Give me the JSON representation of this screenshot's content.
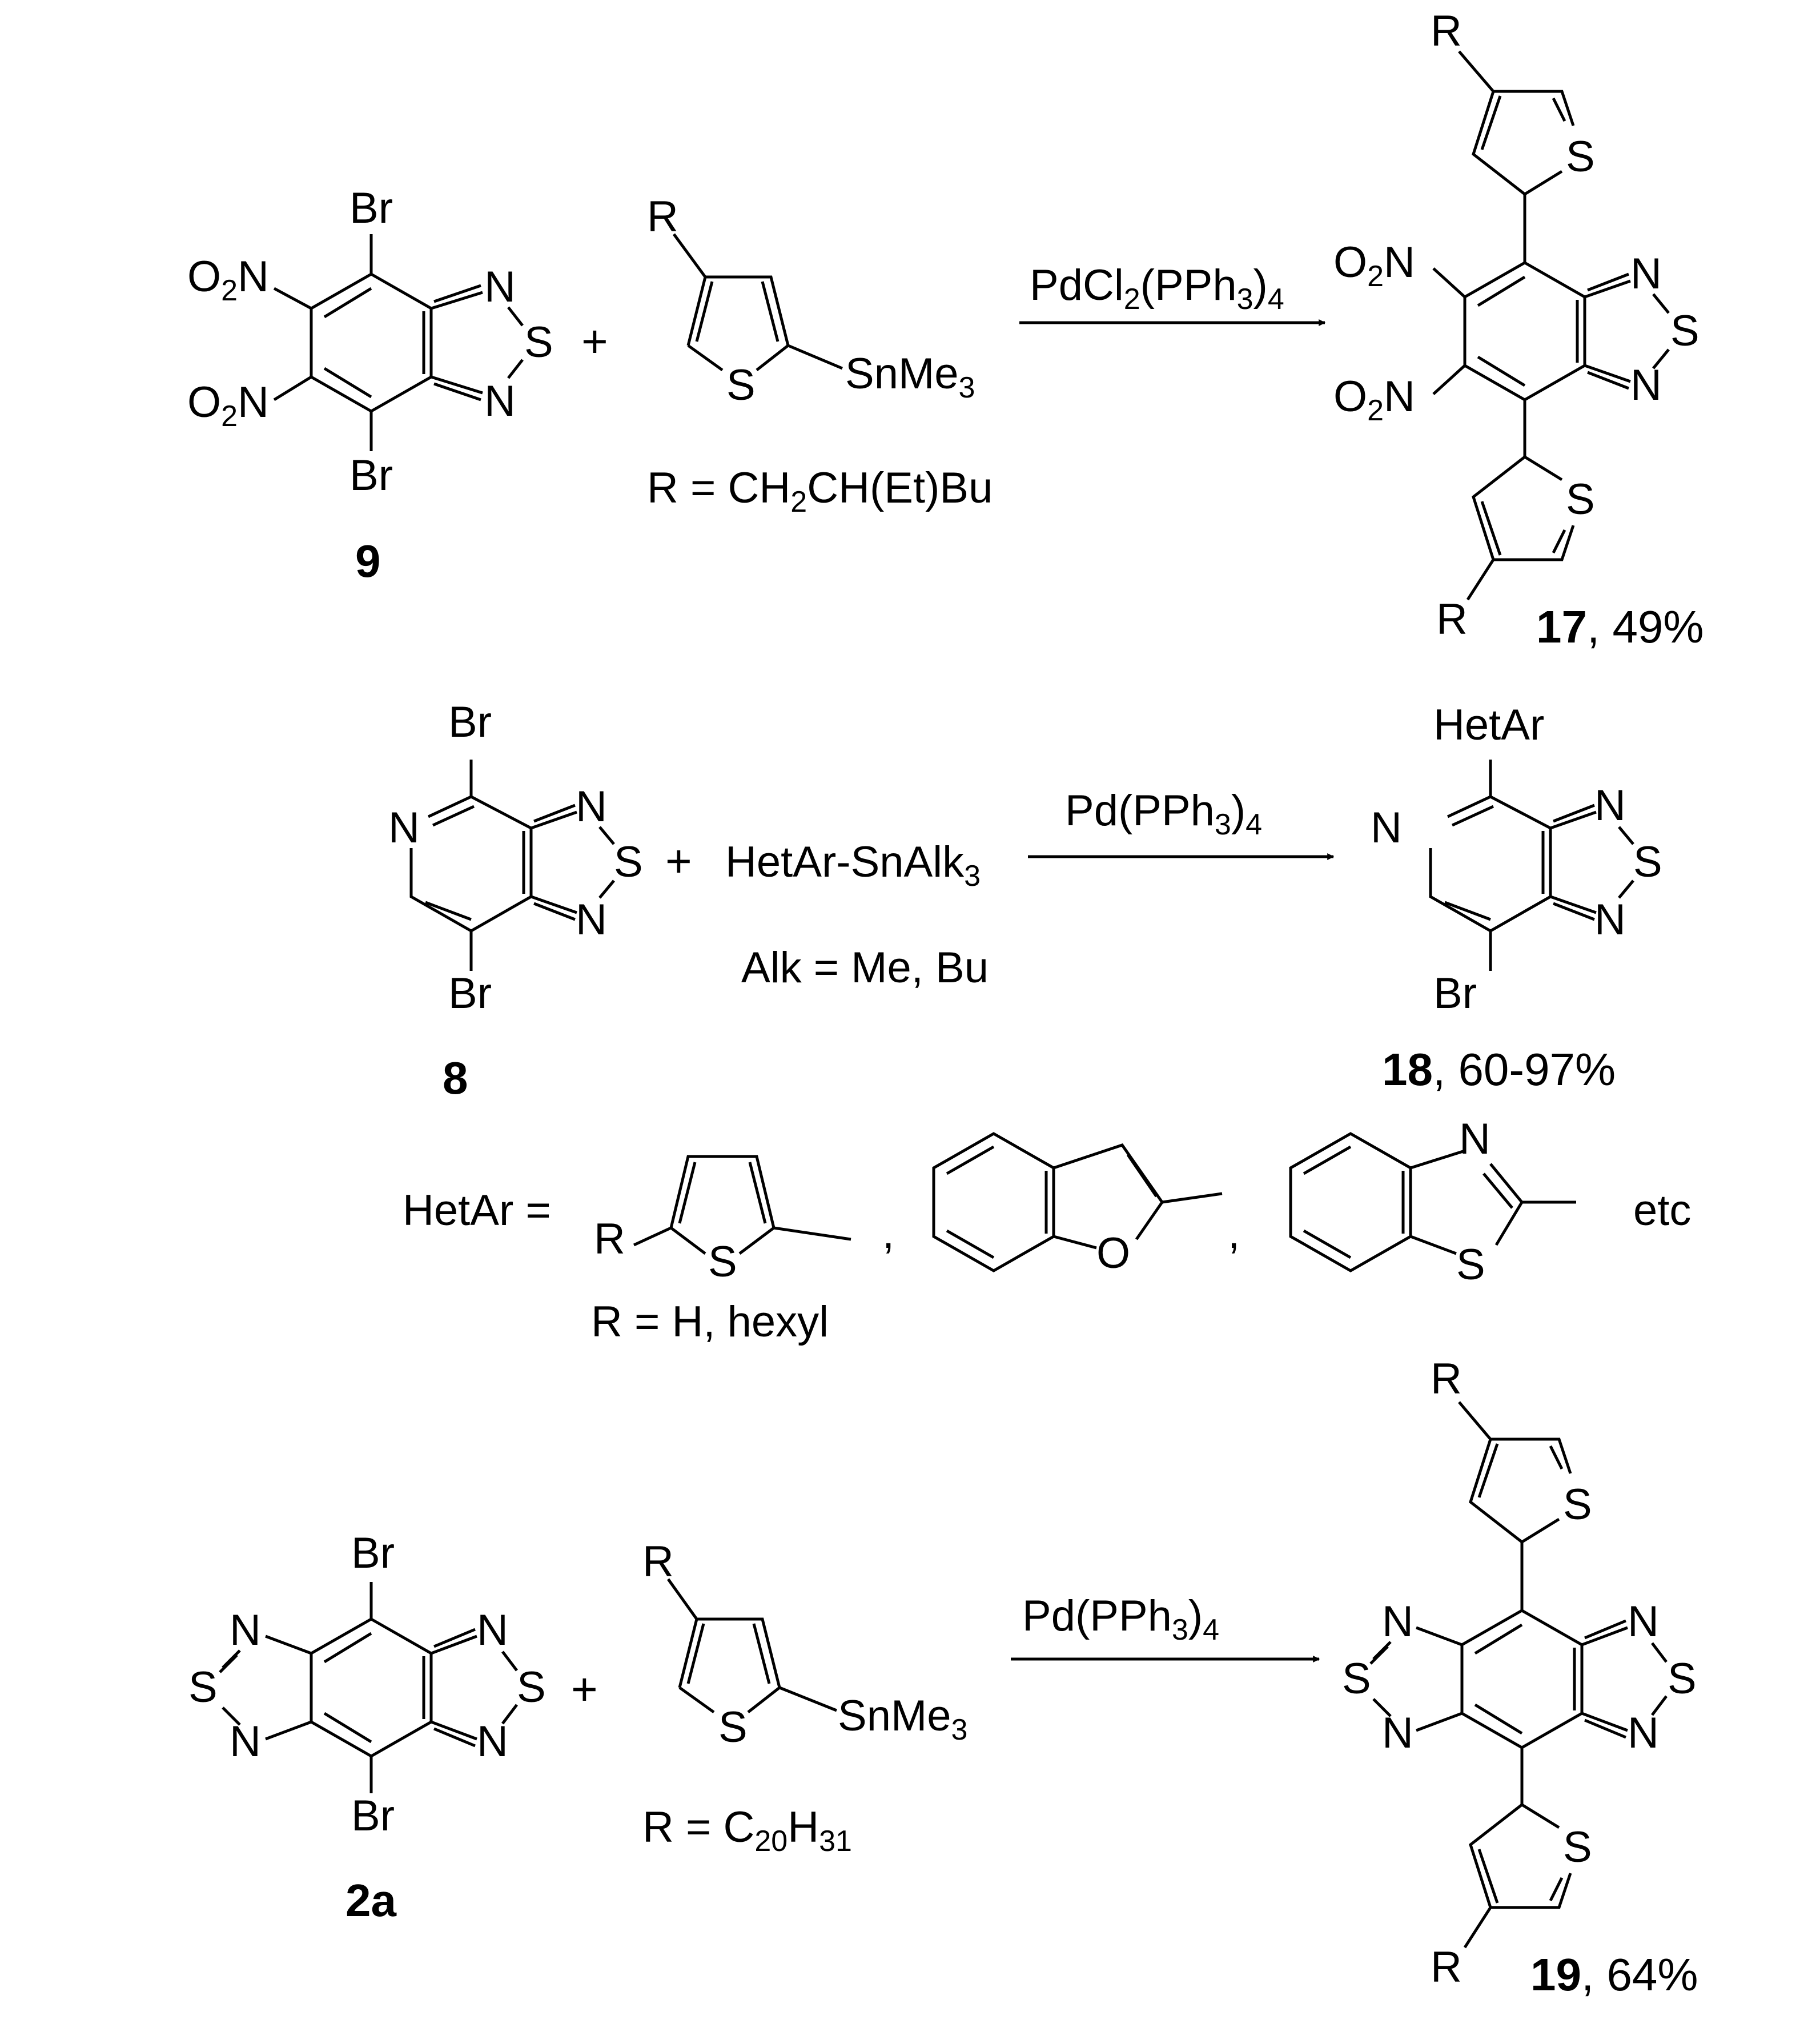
{
  "atoms": {
    "Br": "Br",
    "N": "N",
    "S": "S",
    "O": "O",
    "R": "R",
    "O2N_main": "O",
    "O2N_tail": "N",
    "sub2": "2"
  },
  "plus": "+",
  "row1": {
    "reagent": {
      "sn": "SnMe",
      "sn_sub": "3"
    },
    "r_def": {
      "pre": "R = CH",
      "sub": "2",
      "post": "CH(Et)Bu"
    },
    "catalyst": {
      "pre": "PdCl",
      "sub1": "2",
      "mid": "(PPh",
      "sub2": "3",
      "post": ")",
      "sub3": "4"
    },
    "start_label": "9",
    "product_label": "17",
    "product_yield": ", 49%"
  },
  "row2": {
    "reagent": {
      "pre": "HetAr-SnAlk",
      "sub": "3"
    },
    "alk_def": "Alk = Me, Bu",
    "catalyst": {
      "pre": "Pd(PPh",
      "sub1": "3",
      "post": ")",
      "sub2": "4"
    },
    "product_sub": "HetAr",
    "start_label": "8",
    "product_label": "18",
    "product_yield": ", 60-97%"
  },
  "hetar": {
    "prefix": "HetAr =",
    "r_def": "R = H, hexyl",
    "comma": ",",
    "etc": "etc"
  },
  "row3": {
    "reagent": {
      "sn": "SnMe",
      "sn_sub": "3"
    },
    "r_def": {
      "pre": "R = C",
      "sub1": "20",
      "mid": "H",
      "sub2": "31"
    },
    "catalyst": {
      "pre": "Pd(PPh",
      "sub1": "3",
      "post": ")",
      "sub2": "4"
    },
    "start_label": "2a",
    "product_label": "19",
    "product_yield": ", 64%"
  }
}
